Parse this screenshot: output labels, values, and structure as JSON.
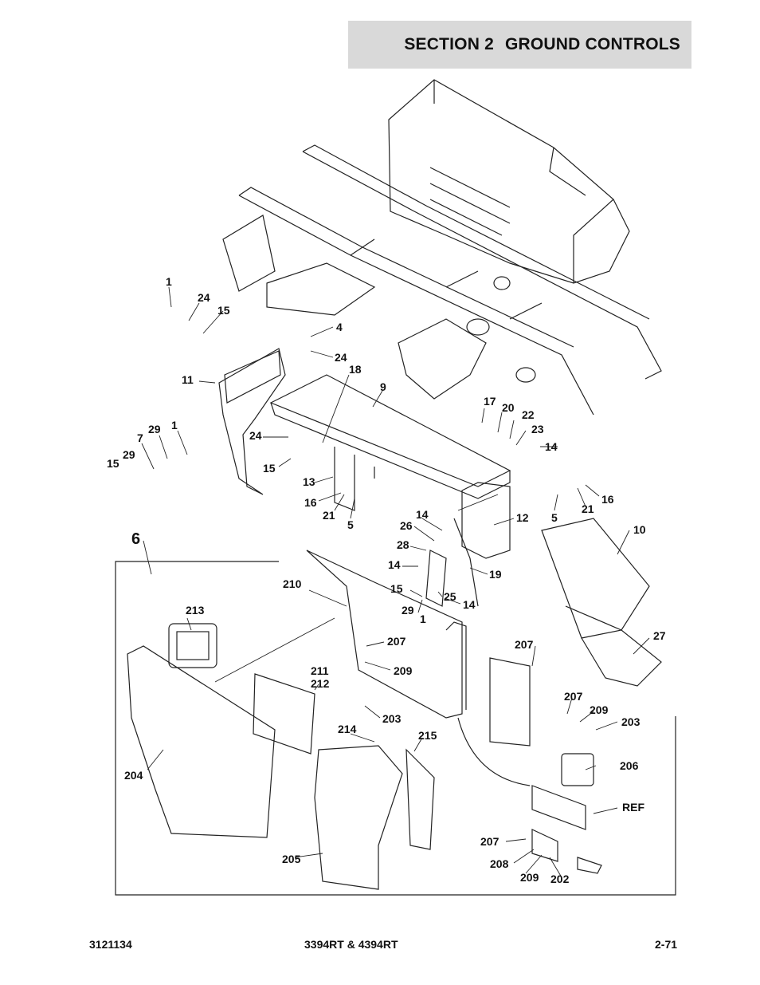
{
  "header": {
    "section": "SECTION 2",
    "title": "GROUND CONTROLS"
  },
  "diagram": {
    "callouts": [
      "1",
      "24",
      "15",
      "4",
      "24",
      "18",
      "9",
      "11",
      "29",
      "1",
      "7",
      "24",
      "15",
      "29",
      "15",
      "13",
      "16",
      "21",
      "5",
      "17",
      "20",
      "22",
      "23",
      "14",
      "5",
      "21",
      "16",
      "14",
      "26",
      "12",
      "28",
      "14",
      "19",
      "15",
      "25",
      "29",
      "1",
      "14",
      "10",
      "6",
      "210",
      "213",
      "207",
      "211",
      "212",
      "209",
      "203",
      "207",
      "207",
      "209",
      "203",
      "27",
      "214",
      "215",
      "204",
      "206",
      "REF",
      "207",
      "208",
      "209",
      "202",
      "205"
    ]
  },
  "footer": {
    "doc_number": "3121134",
    "model": "3394RT & 4394RT",
    "page": "2-71"
  }
}
